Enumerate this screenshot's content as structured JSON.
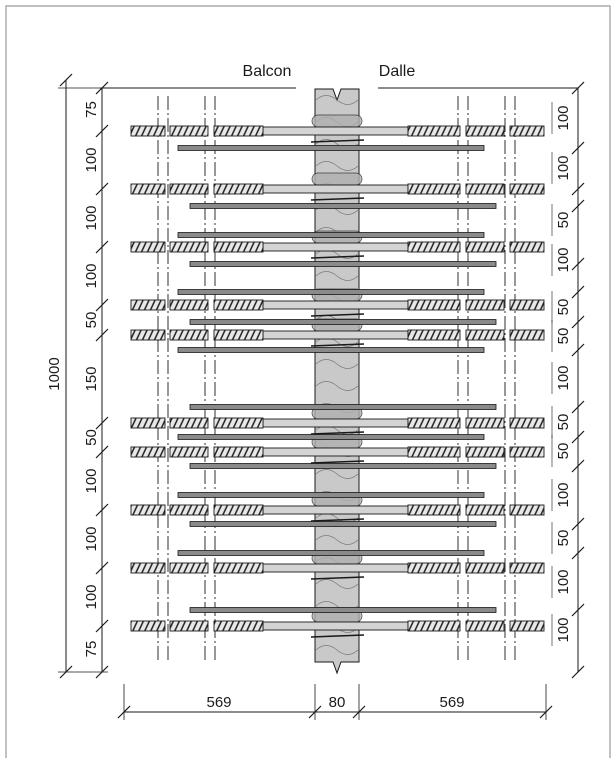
{
  "labels": {
    "balcony": "Balcon",
    "slab": "Dalle"
  },
  "dimensions": {
    "total_height": "1000",
    "left_spacings": [
      "75",
      "100",
      "100",
      "100",
      "50",
      "150",
      "50",
      "100",
      "100",
      "100",
      "75"
    ],
    "right_spacings": [
      "100",
      "100",
      "50",
      "100",
      "50",
      "50",
      "100",
      "50",
      "50",
      "100",
      "50",
      "100",
      "100"
    ],
    "bottom": [
      "569",
      "80",
      "569"
    ]
  },
  "colors": {
    "frame": "#9a9a9a",
    "line": "#1a1a1a",
    "insulation": "#c9c9c9",
    "bar_light": "#d4d4d4",
    "bar_dark": "#8a8a8a",
    "rebar_fill": "#e8e8e8"
  }
}
